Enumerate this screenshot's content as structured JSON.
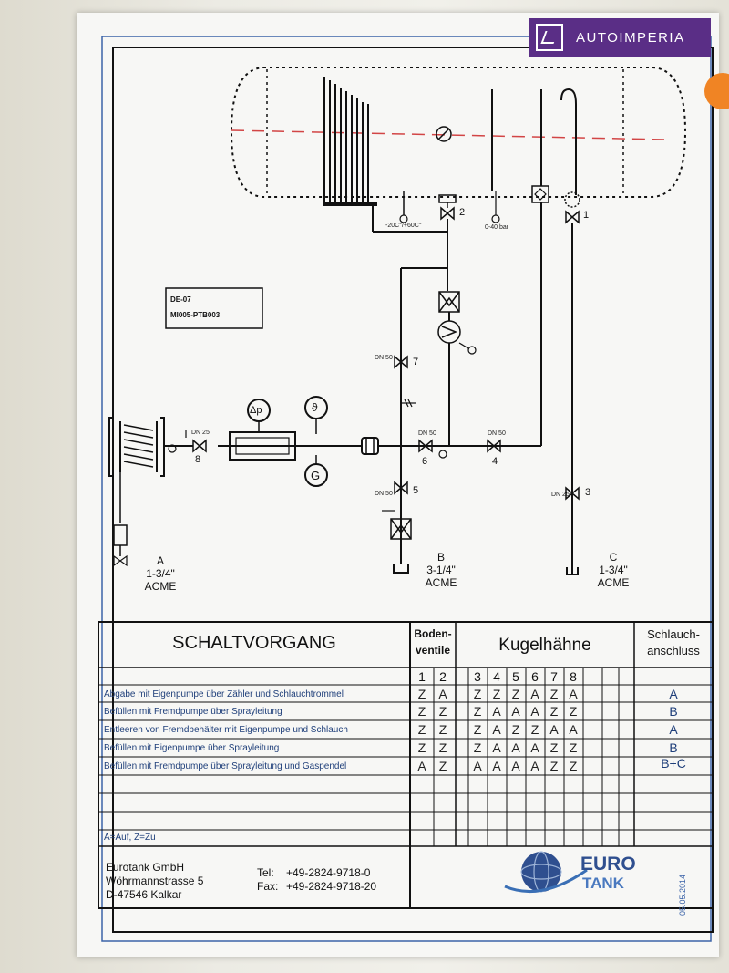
{
  "badge": {
    "brand": "AUTOIMPERIA",
    "icon": "autoimperia-logo-icon",
    "color": "#5a2e86"
  },
  "plate": {
    "line1": "DE-07",
    "line2": "MI005-PTB003"
  },
  "valves": {
    "v1": "1",
    "v2": "2",
    "v3": "3",
    "v4": "4",
    "v5": "5",
    "v6": "6",
    "v7": "7",
    "v8": "8",
    "dn25_8": "DN 25",
    "dn50_7": "DN 50",
    "dn50_6": "DN 50",
    "dn50_4": "DN 50",
    "dn50_5": "DN 50",
    "dn25_3": "DN 25",
    "temp_range": "-20C°/+60C°",
    "pressure_range": "0-40 bar"
  },
  "instruments": {
    "dp": "Δp",
    "theta": "ϑ",
    "gas": "G"
  },
  "connections": {
    "a": {
      "letter": "A",
      "size": "1-3/4\"",
      "type": "ACME"
    },
    "b": {
      "letter": "B",
      "size": "3-1/4\"",
      "type": "ACME"
    },
    "c": {
      "letter": "C",
      "size": "1-3/4\"",
      "type": "ACME"
    }
  },
  "table": {
    "title": "SCHALTVORGANG",
    "boden_line1": "Boden-",
    "boden_line2": "ventile",
    "kugel": "Kugelhähne",
    "schlauch_line1": "Schlauch-",
    "schlauch_line2": "anschluss",
    "col_numbers": [
      "1",
      "2",
      "3",
      "4",
      "5",
      "6",
      "7",
      "8"
    ],
    "rows": [
      {
        "label": "Abgabe mit Eigenpumpe über Zähler und Schlauchtrommel",
        "codes": [
          "Z",
          "A",
          "Z",
          "Z",
          "Z",
          "A",
          "Z",
          "A"
        ],
        "hose": "A"
      },
      {
        "label": "Befüllen mit Fremdpumpe über Sprayleitung",
        "codes": [
          "Z",
          "Z",
          "Z",
          "A",
          "A",
          "A",
          "Z",
          "Z"
        ],
        "hose": "B"
      },
      {
        "label": "Entleeren von Fremdbehälter mit Eigenpumpe und Schlauch",
        "codes": [
          "Z",
          "Z",
          "Z",
          "A",
          "Z",
          "Z",
          "A",
          "A"
        ],
        "hose": "A"
      },
      {
        "label": "Befüllen mit Eigenpumpe über Sprayleitung",
        "codes": [
          "Z",
          "Z",
          "Z",
          "A",
          "A",
          "A",
          "Z",
          "Z"
        ],
        "hose": "B"
      },
      {
        "label": "Befüllen mit Fremdpumpe über Sprayleitung und Gaspendel",
        "codes": [
          "A",
          "Z",
          "A",
          "A",
          "A",
          "A",
          "Z",
          "Z"
        ],
        "hose": "B+C"
      }
    ],
    "legend": "A=Auf,   Z=Zu"
  },
  "company": {
    "name": "Eurotank GmbH",
    "street": "Wöhrmannstrasse 5",
    "city": "D-47546 Kalkar",
    "tel_label": "Tel:",
    "tel": "+49-2824-9718-0",
    "fax_label": "Fax:",
    "fax": "+49-2824-9718-20",
    "logo_line1": "EURO",
    "logo_line2": "TANK",
    "date": "05.05.2014"
  },
  "colors": {
    "border": "#3b63a8",
    "line": "#111111",
    "centerline": "#d24545",
    "orange": "#f08424"
  }
}
